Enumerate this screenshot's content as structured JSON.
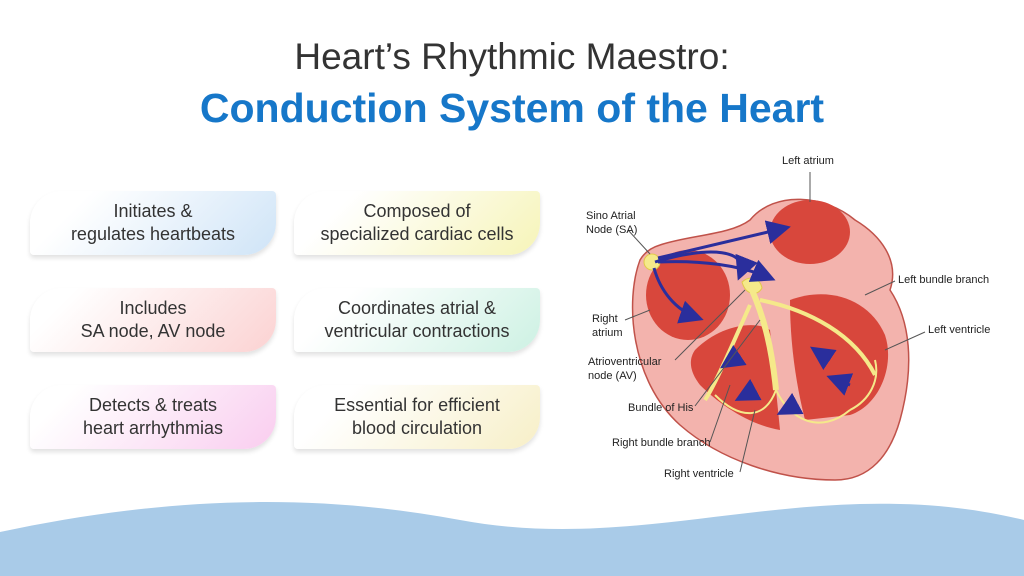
{
  "title": {
    "line1": "Heart’s Rhythmic Maestro:",
    "line2": "Conduction System of the Heart"
  },
  "cards": [
    {
      "line1": "Initiates &",
      "line2": "regulates heartbeats"
    },
    {
      "line1": "Composed of",
      "line2": "specialized cardiac cells"
    },
    {
      "line1": "Includes",
      "line2": "SA node, AV node"
    },
    {
      "line1": "Coordinates atrial &",
      "line2": "ventricular contractions"
    },
    {
      "line1": "Detects & treats",
      "line2": "heart arrhythmias"
    },
    {
      "line1": "Essential for efficient",
      "line2": "blood circulation"
    }
  ],
  "diagram": {
    "labels": {
      "left_atrium": "Left atrium",
      "sa_node_1": "Sino Atrial",
      "sa_node_2": "Node (SA)",
      "left_bundle_branch": "Left bundle branch",
      "right_atrium_1": "Right",
      "right_atrium_2": "atrium",
      "left_ventricle": "Left ventricle",
      "av_node_1": "Atrioventricular",
      "av_node_2": "node (AV)",
      "bundle_of_his": "Bundle of His",
      "right_bundle_branch": "Right bundle branch",
      "right_ventricle": "Right ventricle"
    }
  },
  "colors": {
    "title_blue": "#1677c9",
    "wave": "#a9cbe8",
    "heart_outer": "#f3b3ad",
    "heart_chamber": "#d8473c",
    "conduction": "#f5e98a",
    "arrows": "#2a2e9c"
  }
}
